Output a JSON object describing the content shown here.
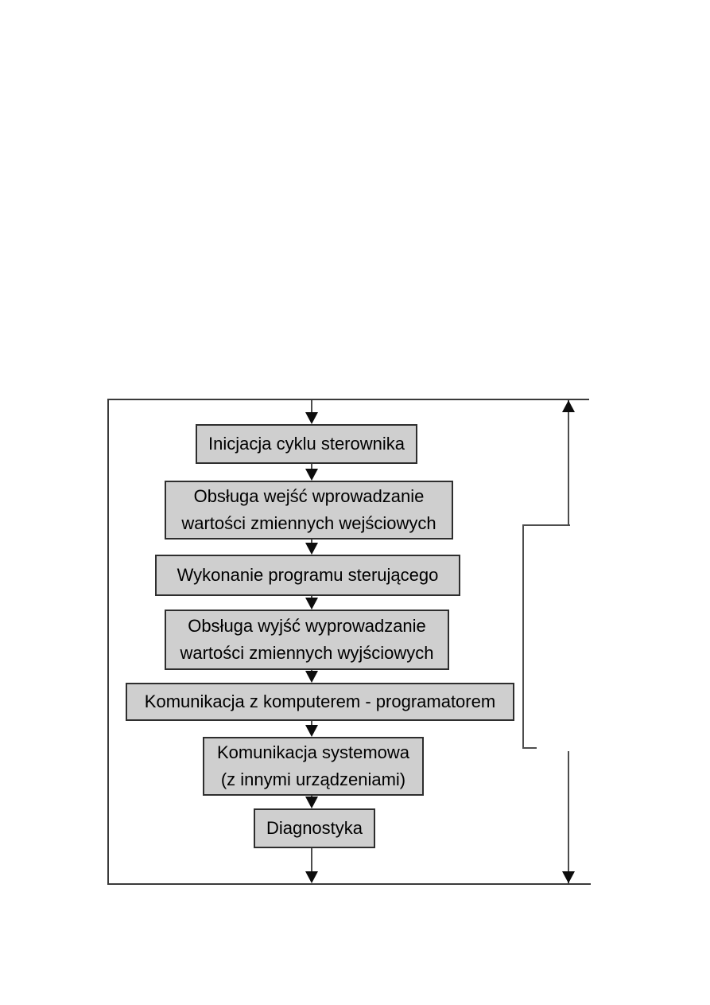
{
  "diagram": {
    "boxes": [
      {
        "lines": [
          "Inicjacja cyklu sterownika"
        ]
      },
      {
        "lines": [
          "Obsługa wejść wprowadzanie",
          "wartości zmiennych wejściowych"
        ]
      },
      {
        "lines": [
          "Wykonanie programu sterującego"
        ]
      },
      {
        "lines": [
          "Obsługa wyjść wyprowadzanie",
          "wartości zmiennych wyjściowych"
        ]
      },
      {
        "lines": [
          "Komunikacja z komputerem - programatorem"
        ]
      },
      {
        "lines": [
          "Komunikacja systemowa",
          "(z innymi urządzeniami)"
        ]
      },
      {
        "lines": [
          "Diagnostyka"
        ]
      }
    ],
    "colors": {
      "background": "#ffffff",
      "box_fill": "#cfcfcf",
      "box_border": "#2e2e2e",
      "line": "#4d4d4d",
      "arrow": "#0d0d0d",
      "text": "#000000"
    }
  }
}
